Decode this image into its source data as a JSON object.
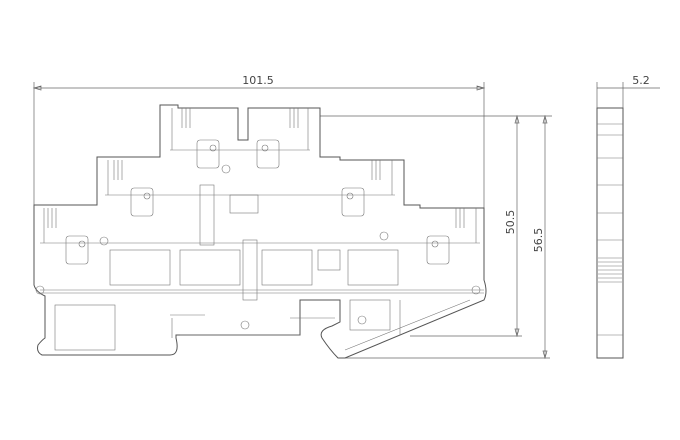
{
  "drawing": {
    "dimensions": {
      "width": "101.5",
      "height_inner": "50.5",
      "height_total": "56.5",
      "thickness": "5.2"
    },
    "colors": {
      "line": "#555555",
      "background": "#ffffff"
    }
  }
}
